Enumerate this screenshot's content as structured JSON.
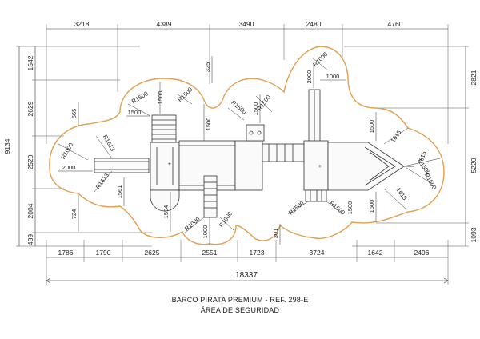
{
  "top_dimensions": [
    "3218",
    "4389",
    "3490",
    "2480",
    "4760"
  ],
  "bottom_dimensions": [
    "1786",
    "1790",
    "2625",
    "2551",
    "1723",
    "3724",
    "1642",
    "2496"
  ],
  "total_length": "18337",
  "left_dimensions": [
    "1542",
    "2629",
    "2520",
    "2004",
    "439"
  ],
  "left_total": "9134",
  "right_dimensions": [
    "2821",
    "5220",
    "1093"
  ],
  "inner_labels": {
    "d325": "325",
    "d2000a": "2000",
    "d1000a": "1000",
    "d665": "665",
    "d1500a": "1500",
    "d1500b": "1500",
    "d1500c": "1500",
    "d1500d": "1500",
    "d1500e": "1500",
    "d1500f": "1500",
    "d1500g": "1500",
    "d2000b": "2000",
    "d1561": "1561",
    "d724": "724",
    "d1594": "1594",
    "d1000b": "1000",
    "d301": "301",
    "d1615a": "1615",
    "d1615b": "1615",
    "d1615c": "1615",
    "r1000a": "R1000",
    "r1000b": "R1000",
    "r1000c": "R1000",
    "r1500a": "R1500",
    "r1500b": "R1500",
    "r1500c": "R1500",
    "r1500d": "R1500",
    "r1500e": "R1500",
    "r1500f": "R1500",
    "r1500g": "R1500",
    "r1500h": "R1500",
    "r1613a": "R1613",
    "r1613b": "R1613"
  },
  "caption_line1": "BARCO PIRATA PREMIUM - REF. 298-E",
  "caption_line2": "ÁREA DE SEGURIDAD",
  "colors": {
    "safety_outline": "#e0a050",
    "lines": "#333333"
  }
}
